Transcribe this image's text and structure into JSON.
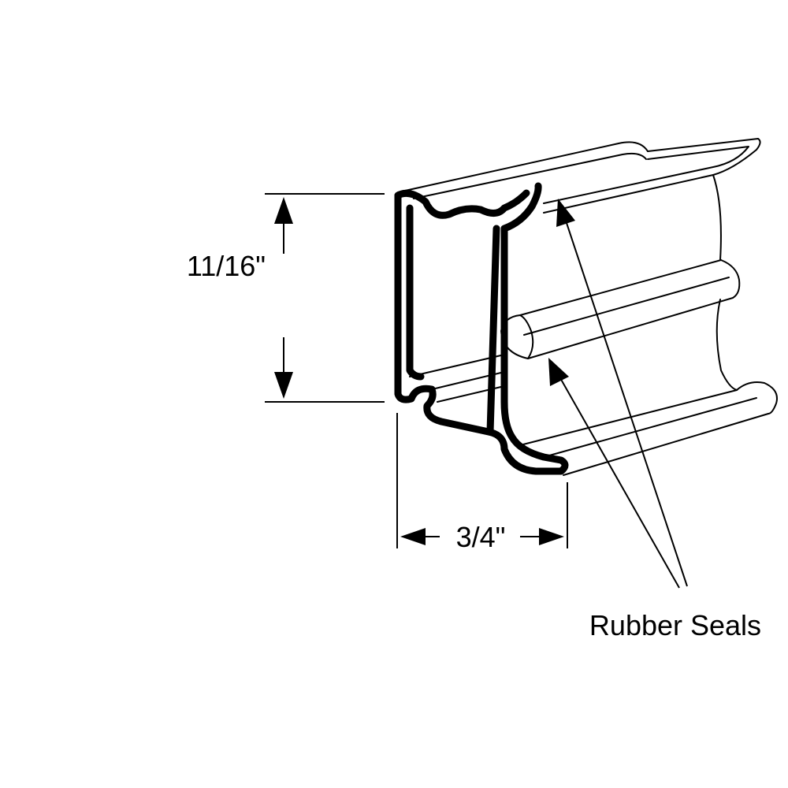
{
  "dimensions": {
    "height_label": "11/16\"",
    "width_label": "3/4\""
  },
  "callout": {
    "label": "Rubber Seals"
  },
  "colors": {
    "ink": "#000000",
    "background": "#ffffff"
  }
}
